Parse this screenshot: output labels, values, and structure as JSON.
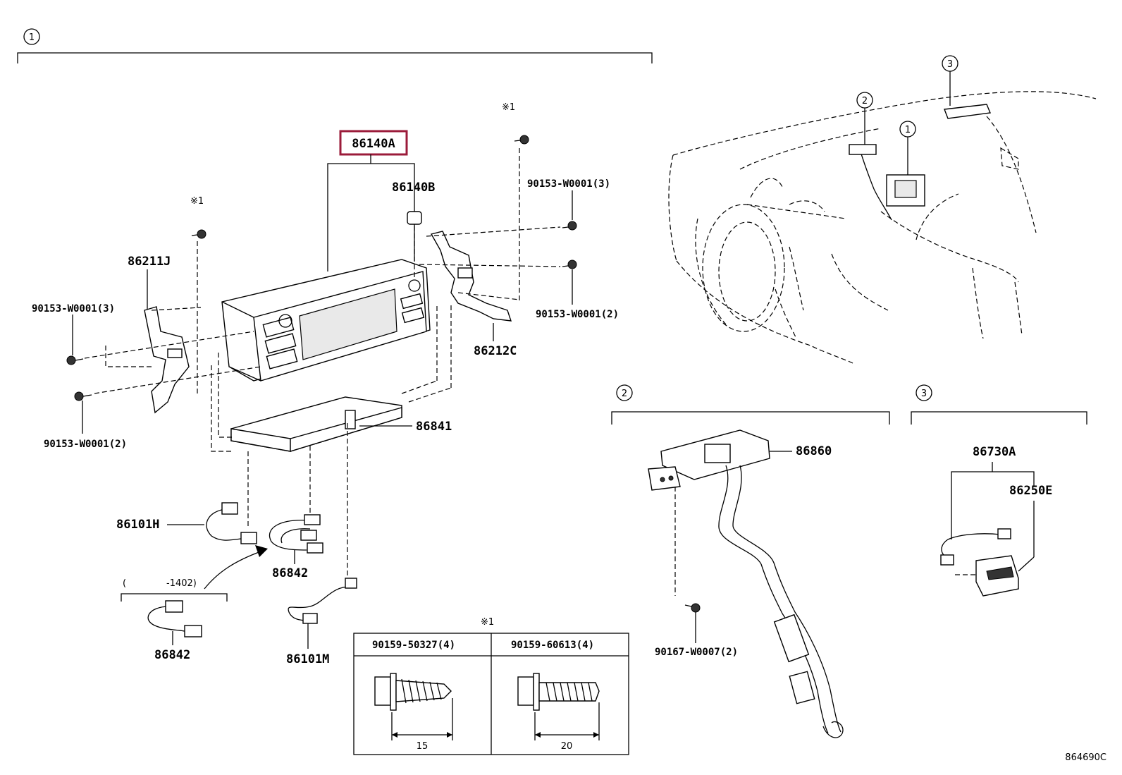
{
  "diagram_id": "864690C",
  "highlighted_part": "86140A",
  "groups": [
    {
      "index": "1"
    },
    {
      "index": "2"
    },
    {
      "index": "3"
    }
  ],
  "callout_symbol": "※1",
  "parts": {
    "p86140A": "86140A",
    "p86140B": "86140B",
    "p86211J": "86211J",
    "p86212C": "86212C",
    "p86841": "86841",
    "p86101H": "86101H",
    "p86842a": "86842",
    "p86842b": "86842",
    "p86101M": "86101M",
    "p86860": "86860",
    "p86730A": "86730A",
    "p86250E": "86250E",
    "b90153_3_left": "90153-W0001(3)",
    "b90153_2_left": "90153-W0001(2)",
    "b90153_3_right": "90153-W0001(3)",
    "b90153_2_right": "90153-W0001(2)",
    "b90167": "90167-W0007(2)"
  },
  "date_range": {
    "open": "(",
    "to": "-1402)"
  },
  "fastener_table": {
    "title": "※1",
    "columns": [
      {
        "part": "90159-50327(4)",
        "length": "15"
      },
      {
        "part": "90159-60613(4)",
        "length": "20"
      }
    ]
  }
}
